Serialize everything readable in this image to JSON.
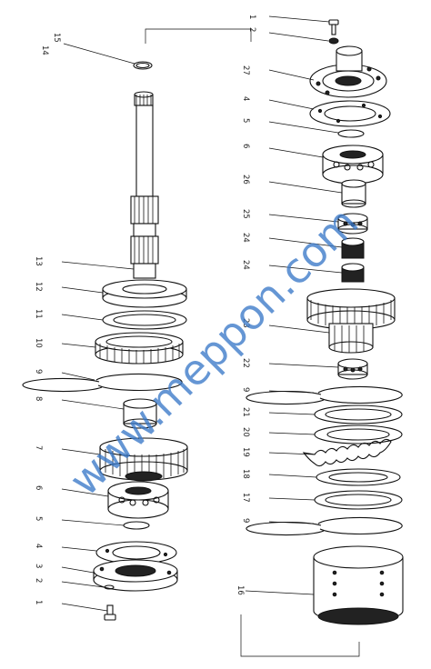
{
  "watermark": "www.meppon.com",
  "callouts": {
    "c1_top": "1",
    "c2_top": "2",
    "c14": "14",
    "c15": "15",
    "c27": "27",
    "c4_right": "4",
    "c5_right": "5",
    "c6_right": "6",
    "c26": "26",
    "c25": "25",
    "c24_a": "24",
    "c24_b": "24",
    "c23": "23",
    "c22": "22",
    "c9_right_a": "9",
    "c21": "21",
    "c20": "20",
    "c19": "19",
    "c18": "18",
    "c17": "17",
    "c9_right_b": "9",
    "c16": "16",
    "c13": "13",
    "c12": "12",
    "c11": "11",
    "c10": "10",
    "c9_left": "9",
    "c8": "8",
    "c7": "7",
    "c6_left": "6",
    "c5_left": "5",
    "c4_left": "4",
    "c3": "3",
    "c2_left": "2",
    "c1_left": "1"
  },
  "colors": {
    "line": "#111111",
    "watermark": "#3a78c8"
  }
}
